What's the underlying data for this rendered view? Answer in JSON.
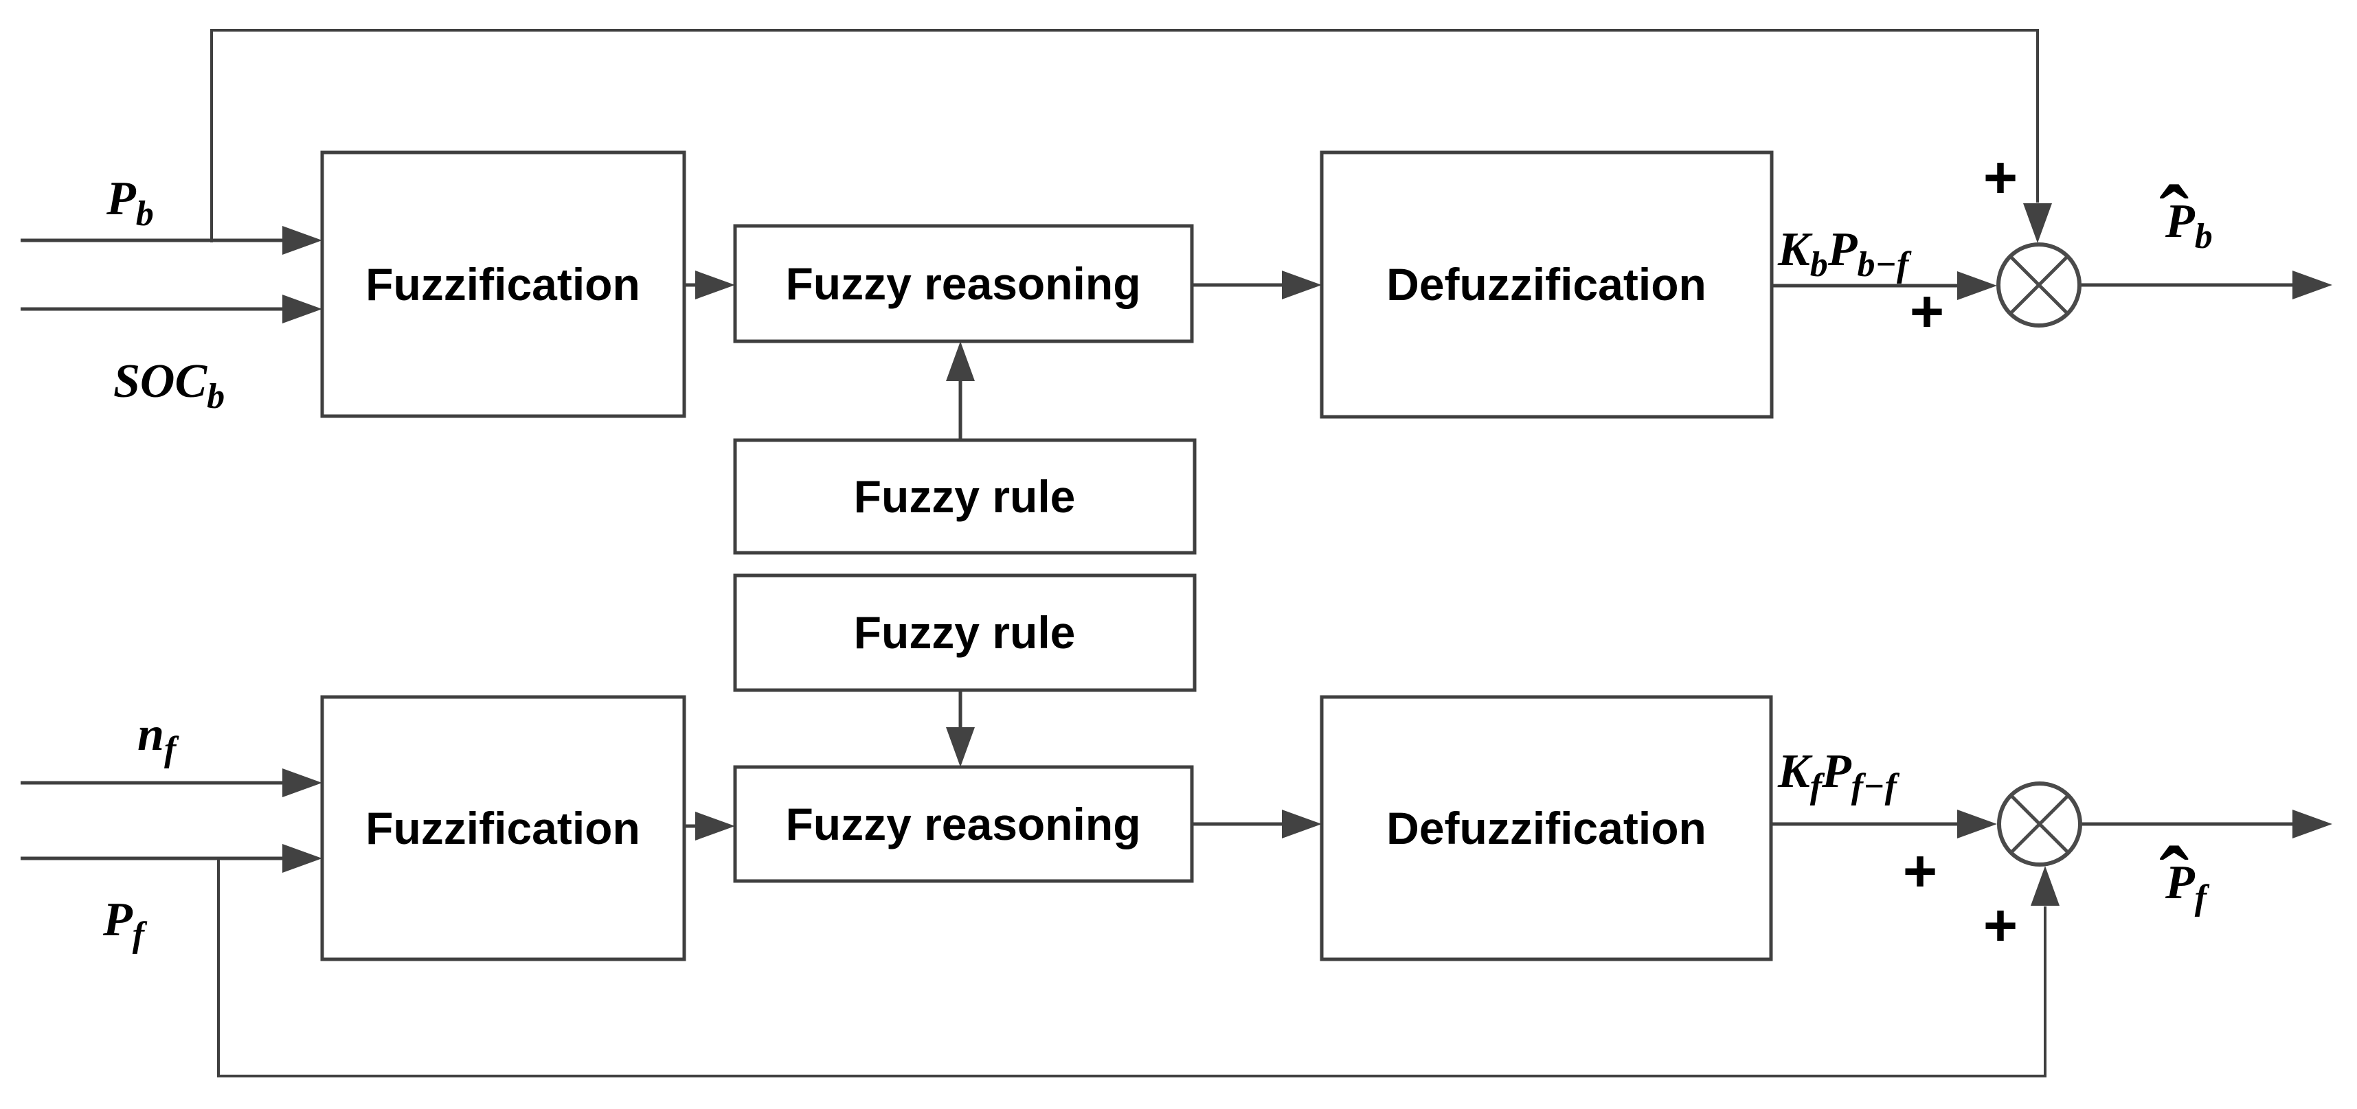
{
  "diagram": {
    "colors": {
      "background": "#ffffff",
      "line": "#3f3f3f",
      "arrowhead": "#424242",
      "text": "#000000"
    },
    "boxes": {
      "fuzzification_top": "Fuzzification",
      "fuzzy_reasoning_top": "Fuzzy reasoning",
      "defuzzification_top": "Defuzzification",
      "fuzzy_rule_top": "Fuzzy rule",
      "fuzzy_rule_bottom": "Fuzzy rule",
      "fuzzification_bottom": "Fuzzification",
      "fuzzy_reasoning_bottom": "Fuzzy reasoning",
      "defuzzification_bottom": "Defuzzification"
    },
    "labels": {
      "input_pb": {
        "base": "P",
        "sub": "b"
      },
      "input_socb": {
        "base": "SOC",
        "sub": "b"
      },
      "input_nf": {
        "base": "n",
        "sub": "f"
      },
      "input_pf": {
        "base": "P",
        "sub": "f"
      },
      "gain_kb": {
        "k": "K",
        "ksub": "b",
        "p": "P",
        "psub": "b−f"
      },
      "gain_kf": {
        "k": "K",
        "ksub": "f",
        "p": "P",
        "psub": "f−f"
      },
      "output_pb": {
        "hat": "ˆ",
        "base": "P",
        "sub": "b"
      },
      "output_pf": {
        "hat": "ˆ",
        "base": "P",
        "sub": "f"
      },
      "plus": "+"
    }
  }
}
